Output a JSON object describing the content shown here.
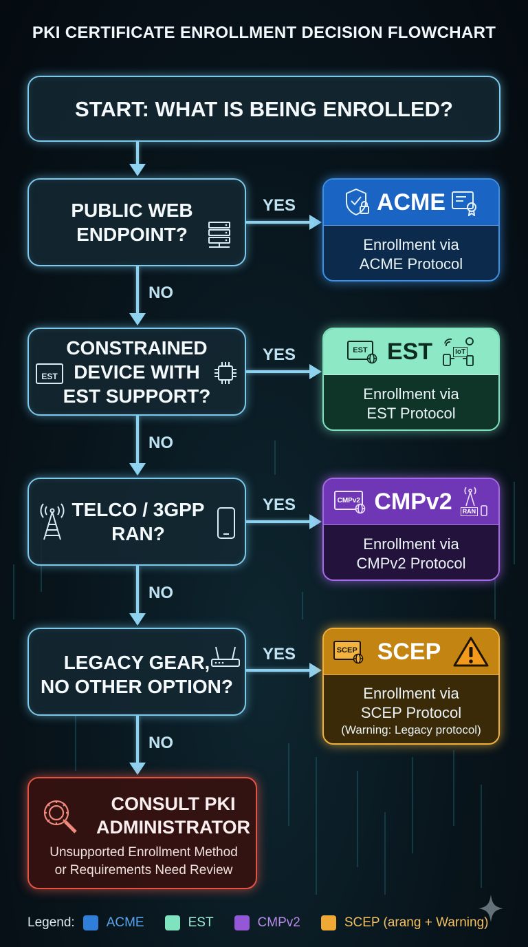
{
  "title": "PKI CERTIFICATE ENROLLMENT DECISION FLOWCHART",
  "start": "START: WHAT IS BEING ENROLLED?",
  "questions": [
    {
      "line1": "PUBLIC WEB",
      "line2": "ENDPOINT?",
      "icon": "server-rack-icon"
    },
    {
      "line1": "CONSTRAINED",
      "line2": "DEVICE WITH",
      "line3": "EST SUPPORT?",
      "icon": "chip-icon",
      "badge": "EST"
    },
    {
      "line1": "TELCO / 3GPP",
      "line2": "RAN?",
      "icon": "cell-tower-icon"
    },
    {
      "line1": "LEGACY GEAR,",
      "line2": "NO OTHER OPTION?",
      "icon": "router-icon"
    }
  ],
  "yes_label": "YES",
  "no_label": "NO",
  "results": [
    {
      "name": "ACME",
      "line1": "Enrollment via",
      "line2": "ACME Protocol",
      "color": "#1a64c4"
    },
    {
      "name": "EST",
      "badge": "EST",
      "iot_badge": "IoT",
      "line1": "Enrollment via",
      "line2": "EST Protocol",
      "color": "#8de8c6"
    },
    {
      "name": "CMPv2",
      "badge": "CMPv2",
      "ran_badge": "RAN",
      "line1": "Enrollment via",
      "line2": "CMPv2 Protocol",
      "color": "#6f37b6"
    },
    {
      "name": "SCEP",
      "badge": "SCEP",
      "line1": "Enrollment via",
      "line2": "SCEP Protocol",
      "line3": "(Warning: Legacy protocol)",
      "color": "#c38412"
    }
  ],
  "consult": {
    "line1": "CONSULT PKI",
    "line2": "ADMINISTRATOR",
    "body1": "Unsupported Enrollment Method",
    "body2": "or Requirements Need Review"
  },
  "legend": {
    "prefix": "Legend:",
    "items": [
      {
        "label": "ACME",
        "color": "#2f7fd8"
      },
      {
        "label": "EST",
        "color": "#7fe3c0"
      },
      {
        "label": "CMPv2",
        "color": "#9457d6"
      },
      {
        "label": "SCEP (arang + Warning)",
        "color": "#f0a935"
      }
    ]
  }
}
